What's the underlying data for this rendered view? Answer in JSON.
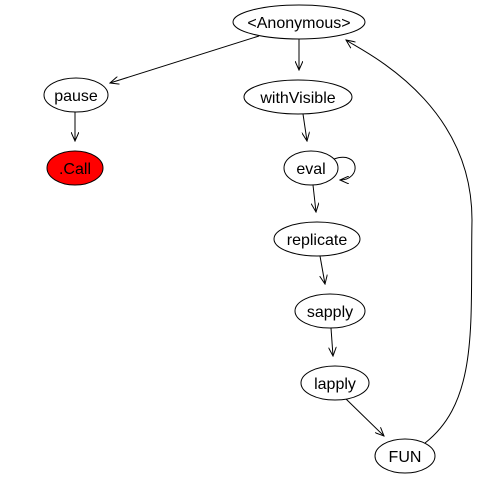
{
  "graph": {
    "nodes": [
      {
        "id": "anonymous",
        "label": "<Anonymous>",
        "fill": "#ffffff",
        "highlighted": false
      },
      {
        "id": "pause",
        "label": "pause",
        "fill": "#ffffff",
        "highlighted": false
      },
      {
        "id": "call",
        "label": ".Call",
        "fill": "#ff0000",
        "highlighted": true
      },
      {
        "id": "withvisible",
        "label": "withVisible",
        "fill": "#ffffff",
        "highlighted": false
      },
      {
        "id": "eval",
        "label": "eval",
        "fill": "#ffffff",
        "highlighted": false
      },
      {
        "id": "replicate",
        "label": "replicate",
        "fill": "#ffffff",
        "highlighted": false
      },
      {
        "id": "sapply",
        "label": "sapply",
        "fill": "#ffffff",
        "highlighted": false
      },
      {
        "id": "lapply",
        "label": "lapply",
        "fill": "#ffffff",
        "highlighted": false
      },
      {
        "id": "fun",
        "label": "FUN",
        "fill": "#ffffff",
        "highlighted": false
      }
    ],
    "edges": [
      {
        "from": "anonymous",
        "to": "pause"
      },
      {
        "from": "anonymous",
        "to": "withvisible"
      },
      {
        "from": "pause",
        "to": "call"
      },
      {
        "from": "withvisible",
        "to": "eval"
      },
      {
        "from": "eval",
        "to": "eval"
      },
      {
        "from": "eval",
        "to": "replicate"
      },
      {
        "from": "replicate",
        "to": "sapply"
      },
      {
        "from": "sapply",
        "to": "lapply"
      },
      {
        "from": "lapply",
        "to": "fun"
      },
      {
        "from": "fun",
        "to": "anonymous"
      }
    ]
  }
}
